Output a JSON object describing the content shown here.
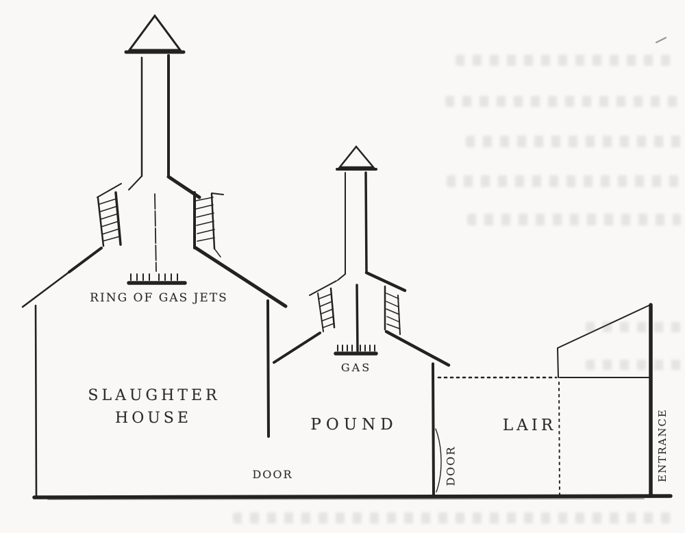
{
  "diagram": {
    "kind": "architectural cross-section engraving",
    "rooms": [
      "SLAUGHTER HOUSE",
      "POUND",
      "LAIR"
    ],
    "labels": {
      "ring_of_gas_jets": "RING OF GAS JETS",
      "slaughter_house_line1": "SLAUGHTER",
      "slaughter_house_line2": "HOUSE",
      "pound": "POUND",
      "gas": "GAS",
      "door_slaughterhouse": "DOOR",
      "door_pound_lair": "DOOR",
      "lair": "LAIR",
      "entrance": "ENTRANCE"
    },
    "icons": [
      "chimney-cowl-icon",
      "roof-vent-hatched-icon",
      "gas-jet-bar-icon",
      "dotted-partition-line",
      "door-swing-arc"
    ],
    "colors": {
      "paper": "#f9f8f6",
      "ink": "#232221"
    }
  }
}
